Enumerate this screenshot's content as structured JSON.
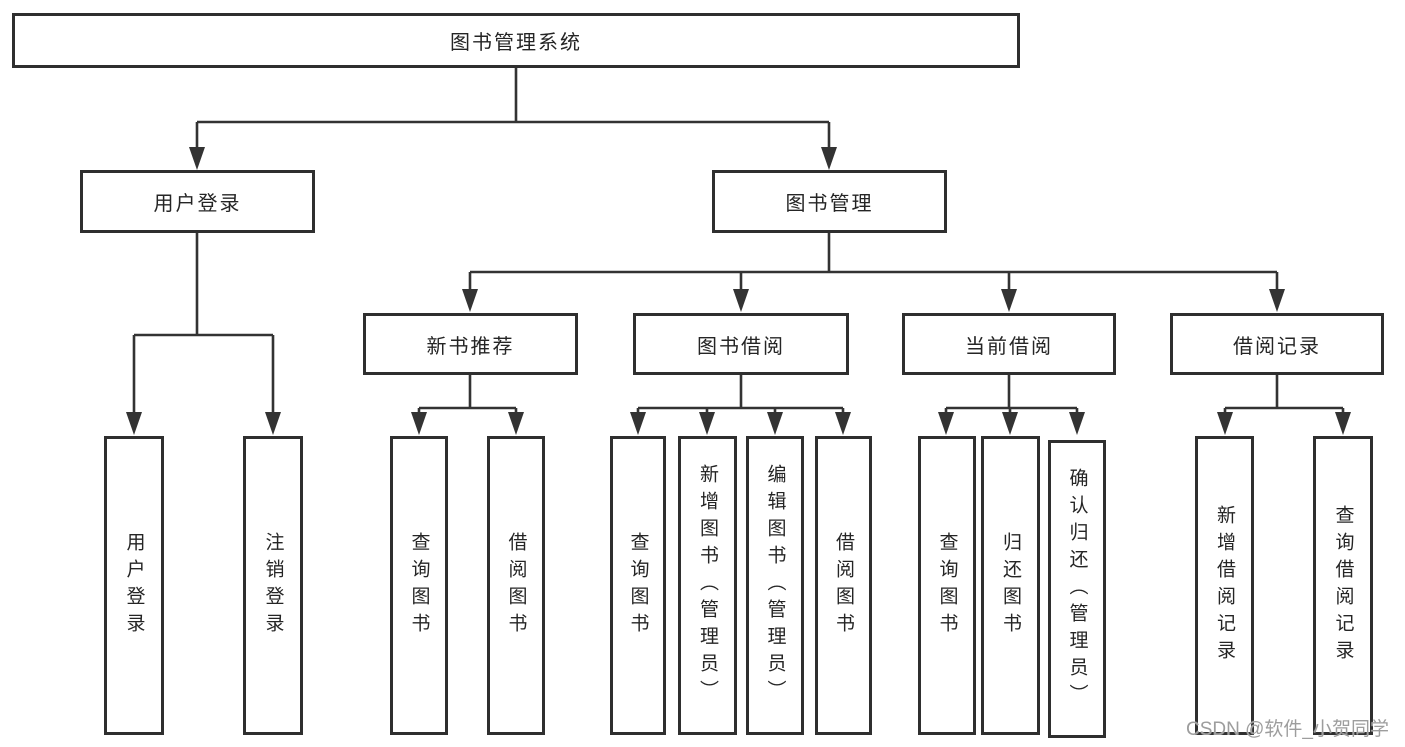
{
  "colors": {
    "background": "#ffffff",
    "line": "#333333",
    "box_border": "#2f2f2f",
    "text": "#252525",
    "watermark": "#9d9d9d"
  },
  "tree": {
    "label": "图书管理系统",
    "children": [
      {
        "label": "用户登录",
        "children": [
          {
            "label": "用户登录"
          },
          {
            "label": "注销登录"
          }
        ]
      },
      {
        "label": "图书管理",
        "children": [
          {
            "label": "新书推荐",
            "children": [
              {
                "label": "查询图书"
              },
              {
                "label": "借阅图书"
              }
            ]
          },
          {
            "label": "图书借阅",
            "children": [
              {
                "label": "查询图书"
              },
              {
                "label": "新增图书（管理员）"
              },
              {
                "label": "编辑图书（管理员）"
              },
              {
                "label": "借阅图书"
              }
            ]
          },
          {
            "label": "当前借阅",
            "children": [
              {
                "label": "查询图书"
              },
              {
                "label": "归还图书"
              },
              {
                "label": "确认归还（管理员）"
              }
            ]
          },
          {
            "label": "借阅记录",
            "children": [
              {
                "label": "新增借阅记录"
              },
              {
                "label": "查询借阅记录"
              }
            ]
          }
        ]
      }
    ]
  },
  "watermark": "CSDN @软件_小贺同学"
}
